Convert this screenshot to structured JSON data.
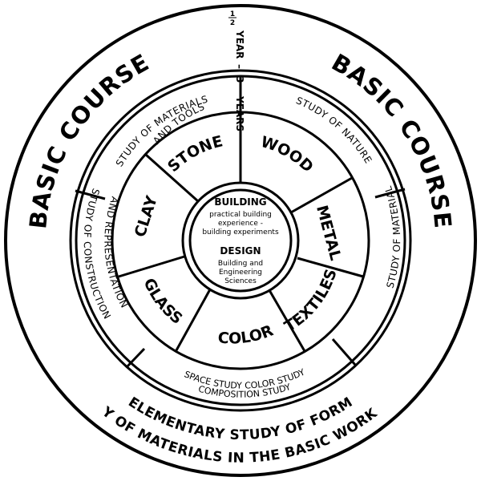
{
  "basic_course": {
    "left": "BASIC COURSE",
    "right": "BASIC COURSE"
  },
  "outer_bottom": {
    "line1": "ELEMENTARY STUDY OF FORM",
    "line2": "STUDY OF MATERIALS IN THE BASIC WORKSHOP"
  },
  "duration": {
    "half_top": "1",
    "half_bottom": "2",
    "year": "YEAR",
    "separator": "–",
    "three": "3",
    "years": "YEARS"
  },
  "study_ring": {
    "materials_tools_line1": "STUDY OF MATERIALS",
    "materials_tools_line2": "AND TOOLS",
    "nature": "STUDY OF NATURE",
    "material": "STUDY OF MATERIAL",
    "construction_line1": "STUDY OF CONSTRUCTION",
    "construction_line2": "AND REPRESENTATION",
    "bottom_line1": "SPACE STUDY  COLOR STUDY",
    "bottom_line2": "COMPOSITION STUDY"
  },
  "materials": {
    "stone": "STONE",
    "wood": "WOOD",
    "metal": "METAL",
    "textiles": "TEXTILES",
    "color": "COLOR",
    "glass": "GLASS",
    "clay": "CLAY"
  },
  "center": {
    "building": "BUILDING",
    "building_sub1": "practical building",
    "building_sub2": "experience -",
    "building_sub3": "building experiments",
    "design": "DESIGN",
    "design_sub1": "Building and",
    "design_sub2": "Engineering",
    "design_sub3": "Sciences"
  }
}
